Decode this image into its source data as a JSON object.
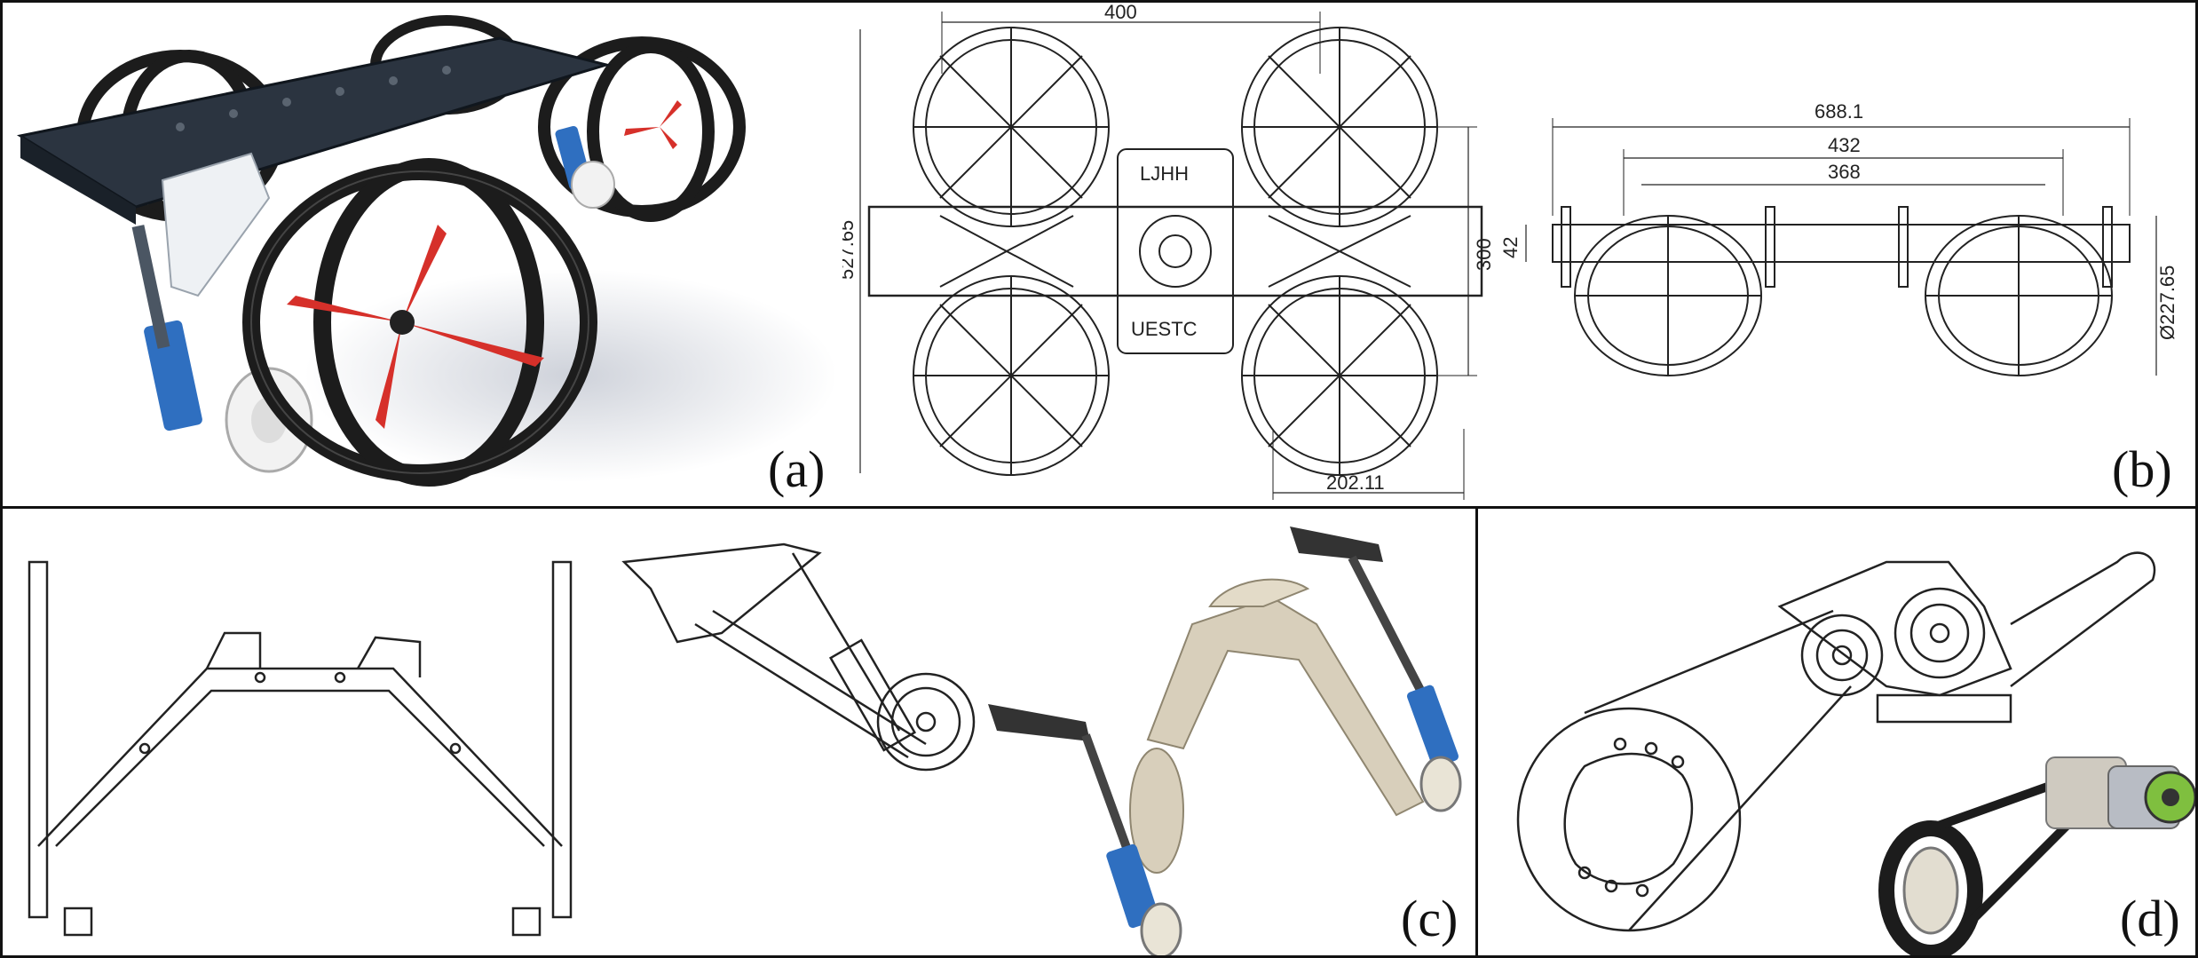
{
  "panels": {
    "a": {
      "label": "(a)"
    },
    "b": {
      "label": "(b)",
      "dims": {
        "top_width": "400",
        "left_height": "527.65",
        "right_height": "300",
        "bottom_width": "202.11",
        "side_total": "688.1",
        "side_mid": "432",
        "side_inner": "368",
        "side_height": "42",
        "side_diameter": "Ø227.65"
      },
      "plate_text_top": "LJHH",
      "plate_text_bottom": "UESTC"
    },
    "c": {
      "label": "(c)"
    },
    "d": {
      "label": "(d)"
    }
  },
  "colors": {
    "blade": "#d6302a",
    "strut": "#2f6fc0",
    "frame": "#2b3440",
    "ring": "#1c1c1c",
    "leg": "#d8cfbb",
    "motor": "#7fbf3f"
  }
}
